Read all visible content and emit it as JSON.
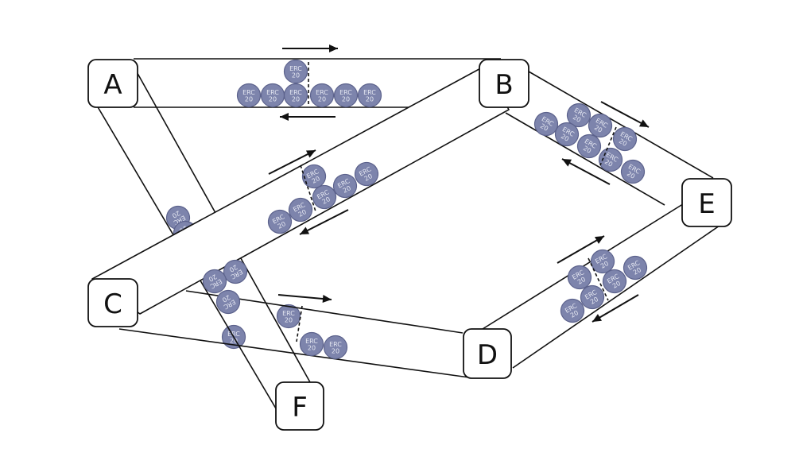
{
  "nodes": {
    "A": {
      "label": "A"
    },
    "B": {
      "label": "B"
    },
    "C": {
      "label": "C"
    },
    "D": {
      "label": "D"
    },
    "E": {
      "label": "E"
    },
    "F": {
      "label": "F"
    }
  },
  "channels": [
    {
      "id": "A-B"
    },
    {
      "id": "B-E"
    },
    {
      "id": "B-C"
    },
    {
      "id": "A-F"
    },
    {
      "id": "C-D"
    },
    {
      "id": "D-E"
    }
  ],
  "token": {
    "line1": "ERC",
    "line2": "20",
    "fill": "#7d84ac",
    "stroke": "#5c628c"
  },
  "colors": {
    "line": "#111111",
    "box_fill": "#ffffff"
  }
}
